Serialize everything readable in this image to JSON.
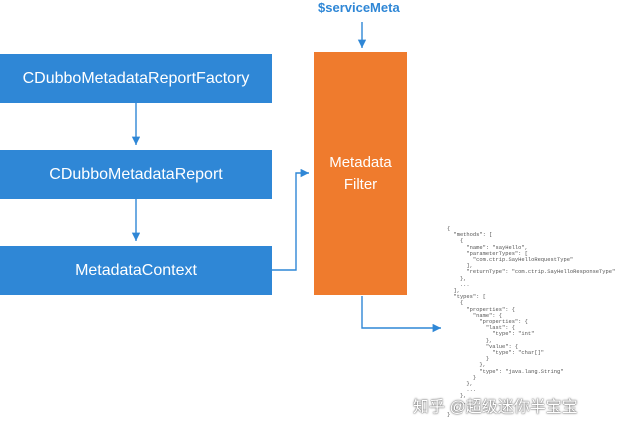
{
  "top_label": "$serviceMeta",
  "boxes": {
    "factory": "CDubboMetadataReportFactory",
    "report": "CDubboMetadataReport",
    "context": "MetadataContext",
    "filter_line1": "Metadata",
    "filter_line2": "Filter"
  },
  "code_lines": [
    "{",
    "  \"methods\": [",
    "    {",
    "      \"name\": \"sayHello\",",
    "      \"parameterTypes\": [",
    "        \"com.ctrip.SayHelloRequestType\"",
    "      ],",
    "      \"returnType\": \"com.ctrip.SayHelloResponseType\"",
    "    },",
    "    ...",
    "  ],",
    "  \"types\": [",
    "    {",
    "      \"properties\": {",
    "        \"name\": {",
    "          \"properties\": {",
    "            \"last\": {",
    "              \"type\": \"int\"",
    "            },",
    "            \"value\": {",
    "              \"type\": \"char[]\"",
    "            }",
    "          },",
    "          \"type\": \"java.lang.String\"",
    "        }",
    "      },",
    "      ...",
    "    },",
    "    ...",
    "  ]",
    "}"
  ],
  "watermark": "知乎 @超级迷你半宝宝"
}
